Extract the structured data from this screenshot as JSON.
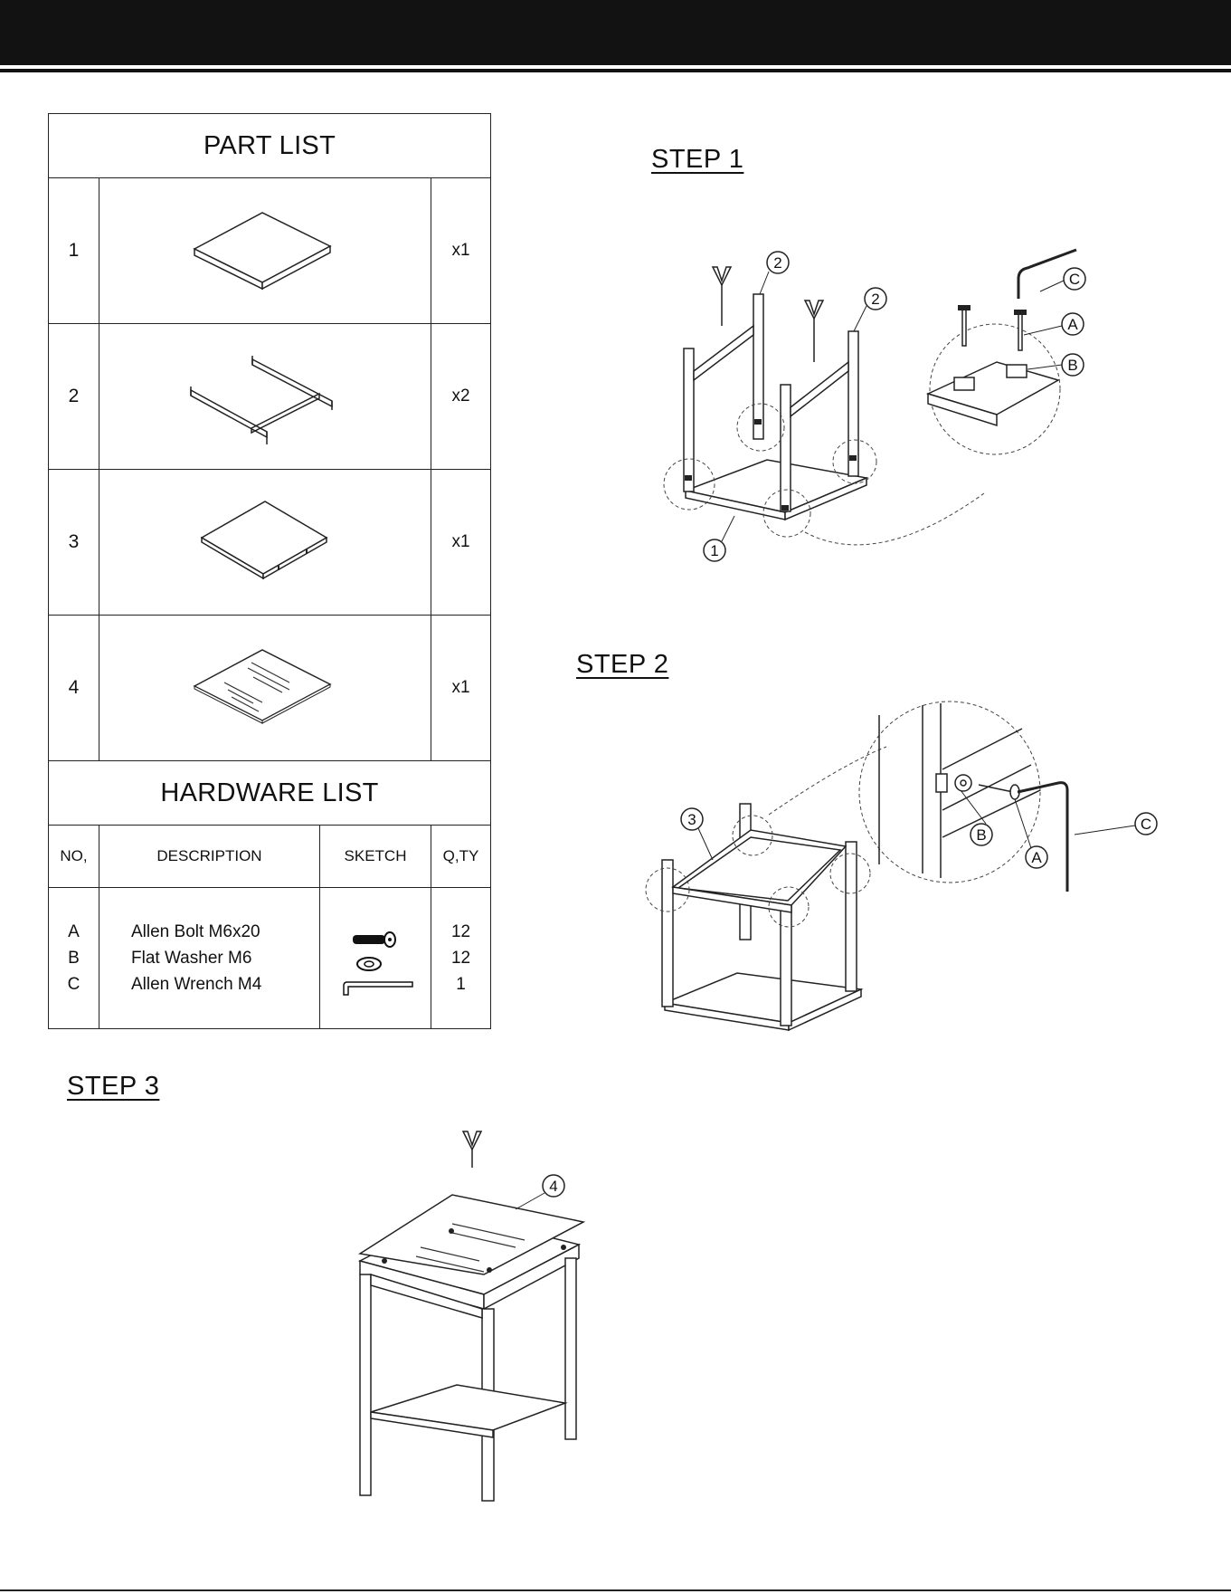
{
  "part_list": {
    "title": "PART LIST",
    "parts": [
      {
        "number": "1",
        "qty": "x1",
        "drawing": "panel-icon"
      },
      {
        "number": "2",
        "qty": "x2",
        "drawing": "frame-icon"
      },
      {
        "number": "3",
        "qty": "x1",
        "drawing": "shelf-icon"
      },
      {
        "number": "4",
        "qty": "x1",
        "drawing": "glass-top-icon"
      }
    ]
  },
  "hardware_list": {
    "title": "HARDWARE LIST",
    "columns": [
      "NO,",
      "DESCRIPTION",
      "SKETCH",
      "Q,TY"
    ],
    "items": [
      {
        "no": "A",
        "description": "Allen Bolt M6x20",
        "qty": "12",
        "sketch": "bolt-icon"
      },
      {
        "no": "B",
        "description": "Flat Washer M6",
        "qty": "12",
        "sketch": "washer-icon"
      },
      {
        "no": "C",
        "description": "Allen Wrench M4",
        "qty": "1",
        "sketch": "wrench-icon"
      }
    ]
  },
  "steps": [
    {
      "title": "STEP 1",
      "callouts": [
        "1",
        "2",
        "2",
        "A",
        "B",
        "C"
      ]
    },
    {
      "title": "STEP 2",
      "callouts": [
        "3",
        "A",
        "B",
        "C"
      ]
    },
    {
      "title": "STEP 3",
      "callouts": [
        "4"
      ]
    }
  ],
  "colors": {
    "header_bar": "#121212",
    "line": "#222222"
  }
}
